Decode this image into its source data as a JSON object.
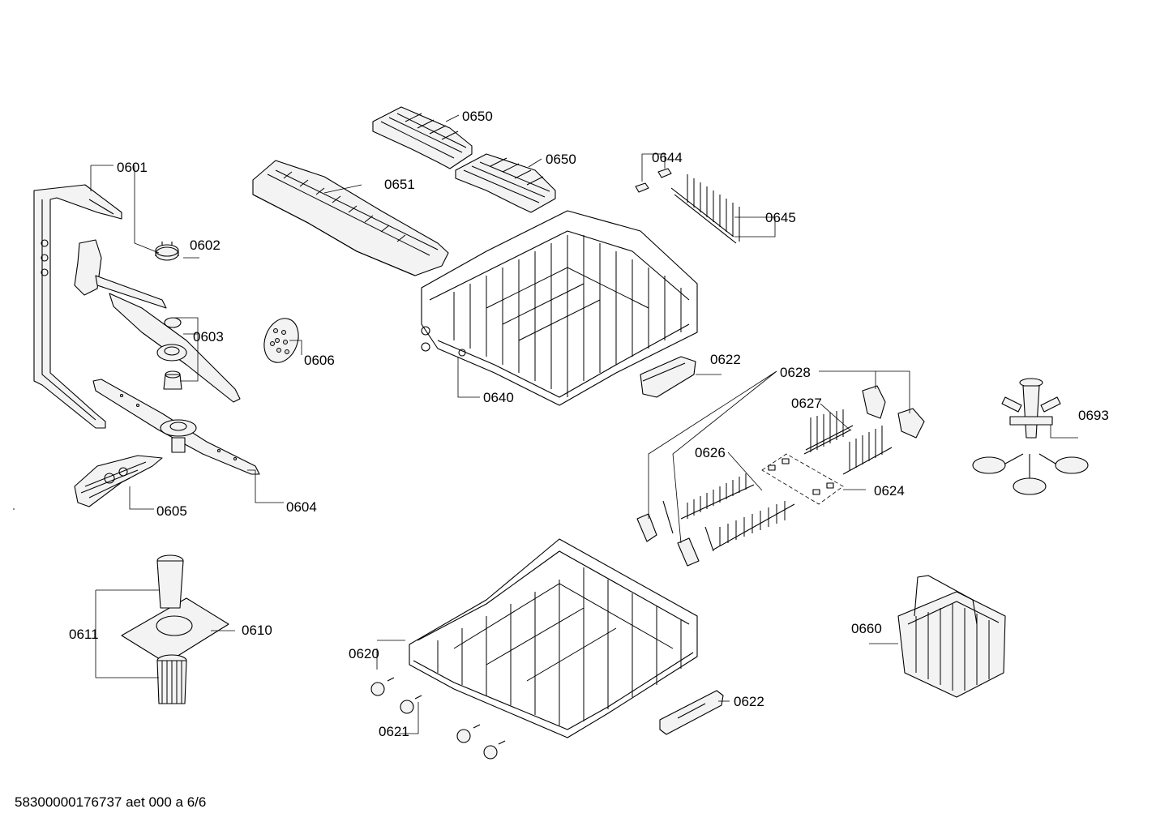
{
  "labels": {
    "l0601": "0601",
    "l0602": "0602",
    "l0603": "0603",
    "l0604": "0604",
    "l0605": "0605",
    "l0606": "0606",
    "l0610": "0610",
    "l0611": "0611",
    "l0620": "0620",
    "l0621": "0621",
    "l0622a": "0622",
    "l0622b": "0622",
    "l0624": "0624",
    "l0626": "0626",
    "l0627": "0627",
    "l0628": "0628",
    "l0640": "0640",
    "l0644": "0644",
    "l0645": "0645",
    "l0650a": "0650",
    "l0650b": "0650",
    "l0651": "0651",
    "l0660": "0660",
    "l0693": "0693"
  },
  "footer": "58300000176737 aet 000 a 6/6"
}
